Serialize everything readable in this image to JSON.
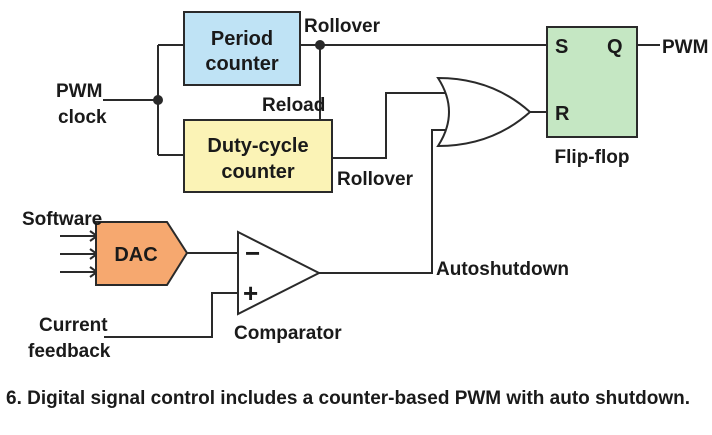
{
  "blocks": {
    "period_counter": {
      "line1": "Period",
      "line2": "counter",
      "fill": "#bfe3f5"
    },
    "duty_counter": {
      "line1": "Duty-cycle",
      "line2": "counter",
      "fill": "#fbf3b6"
    },
    "dac": {
      "label": "DAC",
      "fill": "#f6a86f"
    },
    "flip_flop": {
      "label": "Flip-flop",
      "fill": "#c5e7c3",
      "pin_s": "S",
      "pin_q": "Q",
      "pin_r": "R"
    },
    "comparator": {
      "label": "Comparator",
      "minus": "−",
      "plus": "+"
    }
  },
  "labels": {
    "pwm_clock_1": "PWM",
    "pwm_clock_2": "clock",
    "rollover_top": "Rollover",
    "reload": "Reload",
    "rollover_bottom": "Rollover",
    "software": "Software",
    "current_feedback_1": "Current",
    "current_feedback_2": "feedback",
    "autoshutdown": "Autoshutdown",
    "pwm_out": "PWM"
  },
  "caption": "6. Digital signal control includes a counter-based PWM with auto shutdown."
}
